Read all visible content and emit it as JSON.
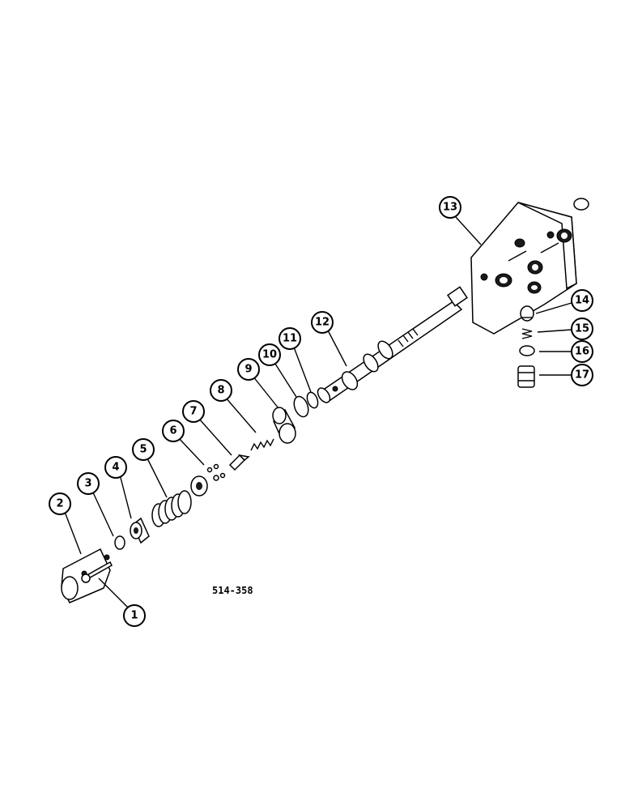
{
  "figure": {
    "code": "514-358",
    "colors": {
      "ink": "#000000",
      "paper": "#ffffff"
    }
  },
  "callouts": [
    {
      "id": "1",
      "label": "1"
    },
    {
      "id": "2",
      "label": "2"
    },
    {
      "id": "3",
      "label": "3"
    },
    {
      "id": "4",
      "label": "4"
    },
    {
      "id": "5",
      "label": "5"
    },
    {
      "id": "6",
      "label": "6"
    },
    {
      "id": "7",
      "label": "7"
    },
    {
      "id": "8",
      "label": "8"
    },
    {
      "id": "9",
      "label": "9"
    },
    {
      "id": "10",
      "label": "10"
    },
    {
      "id": "11",
      "label": "11"
    },
    {
      "id": "12",
      "label": "12"
    },
    {
      "id": "13",
      "label": "13"
    },
    {
      "id": "14",
      "label": "14"
    },
    {
      "id": "15",
      "label": "15"
    },
    {
      "id": "16",
      "label": "16"
    },
    {
      "id": "17",
      "label": "17"
    }
  ]
}
